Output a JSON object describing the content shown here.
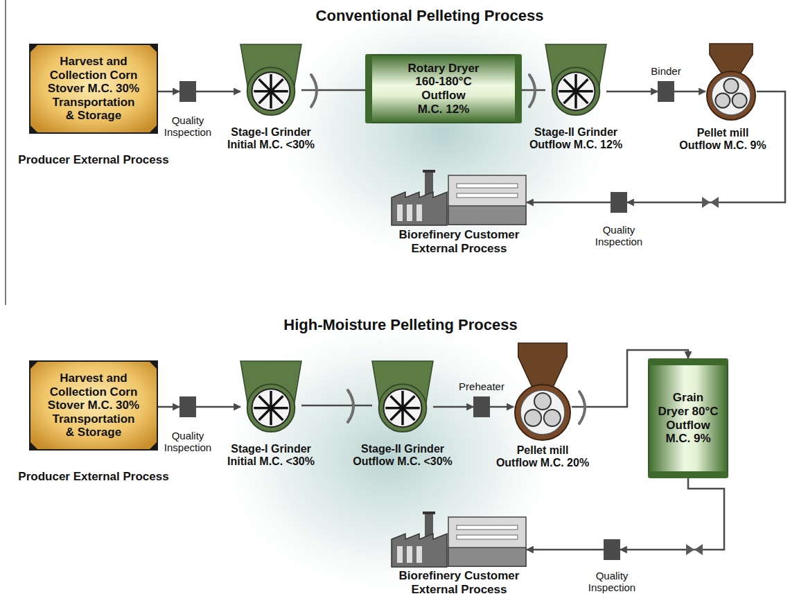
{
  "diagram": {
    "nodes": [
      {
        "text": [
          "Harvest and Collection Corn Stover M.C. 30% Transportation & Storage",
          "Producer External Process"
        ]
      },
      {
        "text": [
          "Quality Inspection"
        ]
      },
      {
        "text": [
          "Stage-I Grinder Initial M.C. <30%"
        ]
      },
      {
        "text": [
          "Rotary Dryer 160-180°C Outflow M.C. 12%"
        ]
      },
      {
        "text": [
          "Stage-II Grinder Outflow M.C. 12%"
        ]
      },
      {
        "text": [
          "Binder"
        ]
      },
      {
        "text": [
          "Pellet mill Outflow M.C. 9%"
        ]
      },
      {
        "text": [
          "Quality Inspection"
        ]
      },
      {
        "text": [
          "Biorefinery Customer External Process"
        ]
      },
      {
        "text": [
          "Harvest and Collection Corn Stover M.C. 30% Transportation & Storage",
          "Producer External Process"
        ]
      },
      {
        "text": [
          "Quality Inspection"
        ]
      },
      {
        "text": [
          "Stage-I Grinder Initial M.C. <30%"
        ]
      },
      {
        "text": [
          "Stage-II Grinder Outflow M.C. <30%"
        ]
      },
      {
        "text": [
          "Preheater"
        ]
      },
      {
        "text": [
          "Pellet mill Outflow M.C. 20%"
        ]
      },
      {
        "text": [
          "Grain Dryer 80°C Outflow M.C. 9%"
        ]
      },
      {
        "text": [
          "Quality Inspection"
        ]
      },
      {
        "text": [
          "Biorefinery Customer External Process"
        ]
      }
    ],
    "edges": [
      {
        "from": 0,
        "to": 1,
        "arrow": "to"
      },
      {
        "from": 1,
        "to": 2,
        "arrow": "to"
      },
      {
        "from": 2,
        "to": 3,
        "arrow": "none"
      },
      {
        "from": 3,
        "to": 4,
        "arrow": "none"
      },
      {
        "from": 4,
        "to": 5,
        "arrow": "to"
      },
      {
        "from": 5,
        "to": 6,
        "arrow": "to"
      },
      {
        "from": 6,
        "to": 7,
        "arrow": "to"
      },
      {
        "from": 7,
        "to": 8,
        "arrow": "to"
      },
      {
        "from": 9,
        "to": 10,
        "arrow": "to"
      },
      {
        "from": 10,
        "to": 11,
        "arrow": "to"
      },
      {
        "from": 11,
        "to": 12,
        "arrow": "none"
      },
      {
        "from": 12,
        "to": 13,
        "arrow": "to"
      },
      {
        "from": 13,
        "to": 14,
        "arrow": "to"
      },
      {
        "from": 14,
        "to": 15,
        "arrow": "to"
      },
      {
        "from": 15,
        "to": 16,
        "arrow": "to"
      },
      {
        "from": 16,
        "to": 17,
        "arrow": "to"
      }
    ],
    "labels": [
      "Conventional Pelleting Process",
      "High-Moisture Pelleting Process"
    ]
  }
}
